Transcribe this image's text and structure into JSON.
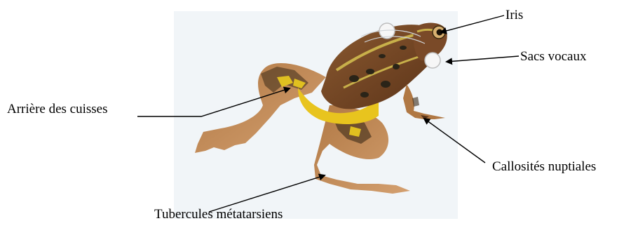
{
  "labels": {
    "iris": "Iris",
    "sacs_vocaux": "Sacs vocaux",
    "arriere_cuisses": "Arrière des cuisses",
    "callosites": "Callosités nuptiales",
    "tubercules": "Tubercules métatarsiens"
  },
  "colors": {
    "background_panel": "#f2f6f8",
    "skin_dark": "#7a4a2a",
    "skin_mid": "#a86a3a",
    "skin_light": "#c89a6a",
    "stripe_green": "#b8a040",
    "belly_yellow": "#e6c21c",
    "spot_dark": "#2a2418",
    "vocal_sac": "#f4f4f4",
    "line": "#000000"
  }
}
